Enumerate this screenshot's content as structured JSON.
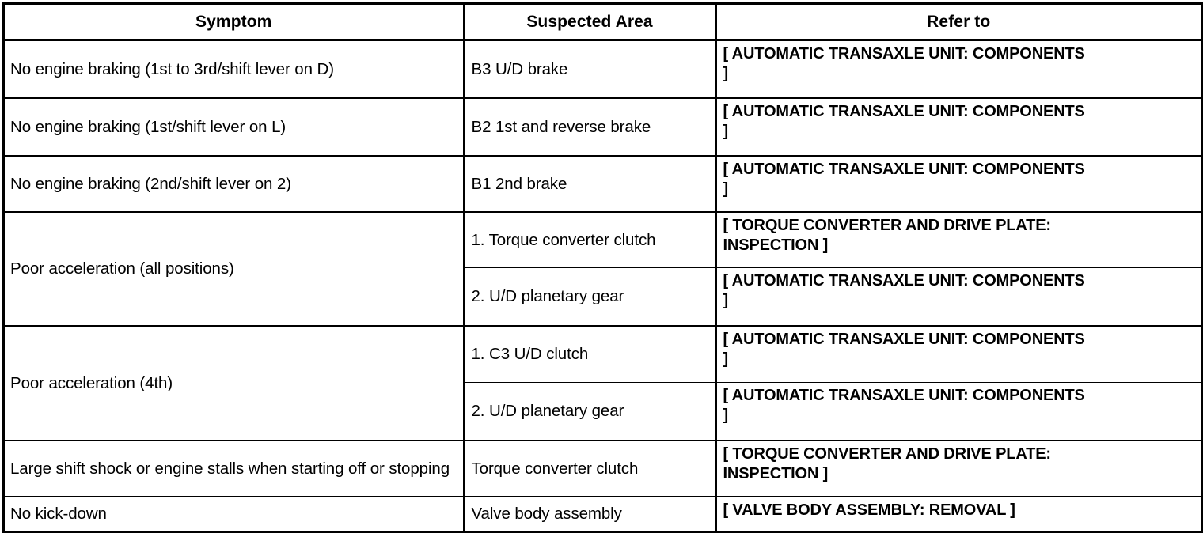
{
  "document": {
    "type": "service-manual-troubleshooting-table",
    "title": "Symptom / Suspected Area / Refer to"
  },
  "table": {
    "headers": {
      "symptom": "Symptom",
      "suspected_area": "Suspected Area",
      "refer_to": "Refer to"
    },
    "rows": [
      {
        "id": "row-1",
        "symptom": "No engine braking (1st to 3rd/shift lever on D)",
        "entries": [
          {
            "suspected_area": "B3 U/D brake",
            "refer_to": "[ AUTOMATIC TRANSAXLE UNIT: COMPONENTS\n]"
          }
        ]
      },
      {
        "id": "row-2",
        "symptom": "No engine braking (1st/shift lever on L)",
        "entries": [
          {
            "suspected_area": "B2 1st and reverse brake",
            "refer_to": "[ AUTOMATIC TRANSAXLE UNIT: COMPONENTS\n]"
          }
        ]
      },
      {
        "id": "row-3",
        "symptom": "No engine braking (2nd/shift lever on 2)",
        "entries": [
          {
            "suspected_area": "B1 2nd brake",
            "refer_to": "[ AUTOMATIC TRANSAXLE UNIT: COMPONENTS\n]"
          }
        ]
      },
      {
        "id": "row-4",
        "symptom": "Poor acceleration (all positions)",
        "entries": [
          {
            "suspected_area": "1. Torque converter clutch",
            "refer_to": "[ TORQUE CONVERTER AND DRIVE PLATE:\nINSPECTION ]"
          },
          {
            "suspected_area": "2. U/D planetary gear",
            "refer_to": "[ AUTOMATIC TRANSAXLE UNIT: COMPONENTS\n]"
          }
        ]
      },
      {
        "id": "row-5",
        "symptom": "Poor acceleration (4th)",
        "entries": [
          {
            "suspected_area": "1. C3 U/D clutch",
            "refer_to": "[ AUTOMATIC TRANSAXLE UNIT: COMPONENTS\n]"
          },
          {
            "suspected_area": "2. U/D planetary gear",
            "refer_to": "[ AUTOMATIC TRANSAXLE UNIT: COMPONENTS\n]"
          }
        ]
      },
      {
        "id": "row-6",
        "symptom": "Large shift shock or engine stalls when starting off or stopping",
        "entries": [
          {
            "suspected_area": "Torque converter clutch",
            "refer_to": "[ TORQUE CONVERTER AND DRIVE PLATE:\nINSPECTION ]"
          }
        ]
      },
      {
        "id": "row-7",
        "symptom": "No kick-down",
        "entries": [
          {
            "suspected_area": "Valve body assembly",
            "refer_to": "[ VALVE BODY ASSEMBLY: REMOVAL ]"
          }
        ]
      }
    ]
  },
  "colors": {
    "border": "#000000",
    "background": "#ffffff",
    "text": "#000000"
  }
}
